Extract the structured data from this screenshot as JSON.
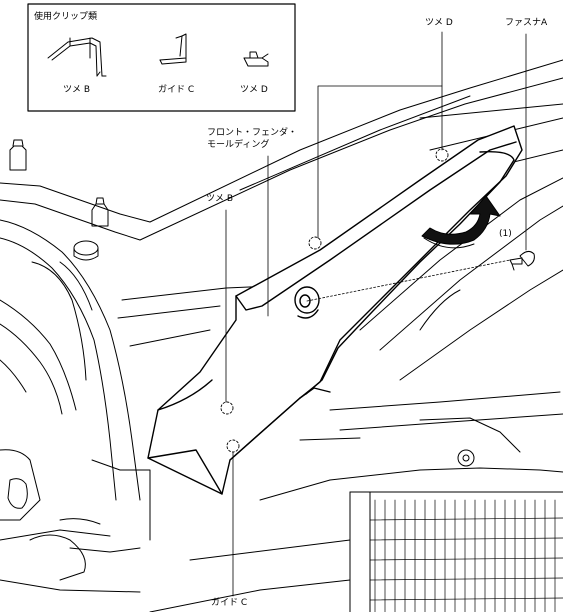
{
  "inset": {
    "title": "使用クリップ類",
    "items": [
      {
        "label": "ツメ B"
      },
      {
        "label": "ガイド C"
      },
      {
        "label": "ツメ D"
      }
    ]
  },
  "labels": {
    "molding_line1": "フロント・フェンダ・",
    "molding_line2": "モールディング",
    "tab_b": "ツメ B",
    "tab_d": "ツメ D",
    "guide_c": "ガイド C",
    "fastener_a": "ファスナA",
    "step": "(1)"
  }
}
